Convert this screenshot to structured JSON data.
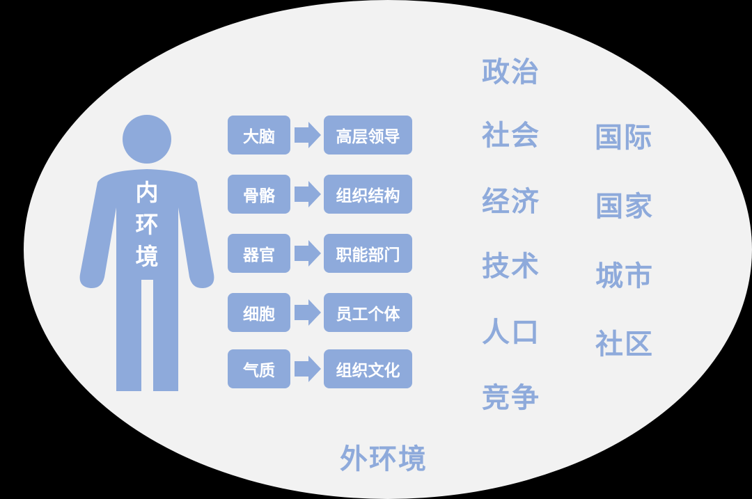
{
  "colors": {
    "background": "#000000",
    "ellipse": "#f2f2f2",
    "accent": "#8eaadb",
    "text_on_accent": "#ffffff"
  },
  "figure": {
    "icon": "person-silhouette-icon",
    "label_chars": [
      "内",
      "环",
      "境"
    ]
  },
  "mappings": [
    {
      "body": "大脑",
      "org": "高层领导"
    },
    {
      "body": "骨骼",
      "org": "组织结构"
    },
    {
      "body": "器官",
      "org": "职能部门"
    },
    {
      "body": "细胞",
      "org": "员工个体"
    },
    {
      "body": "气质",
      "org": "组织文化"
    }
  ],
  "external_factors": {
    "column1": [
      "政治",
      "社会",
      "经济",
      "技术",
      "人口",
      "竞争"
    ],
    "column2": [
      "国际",
      "国家",
      "城市",
      "社区"
    ]
  },
  "outer_label": "外环境"
}
